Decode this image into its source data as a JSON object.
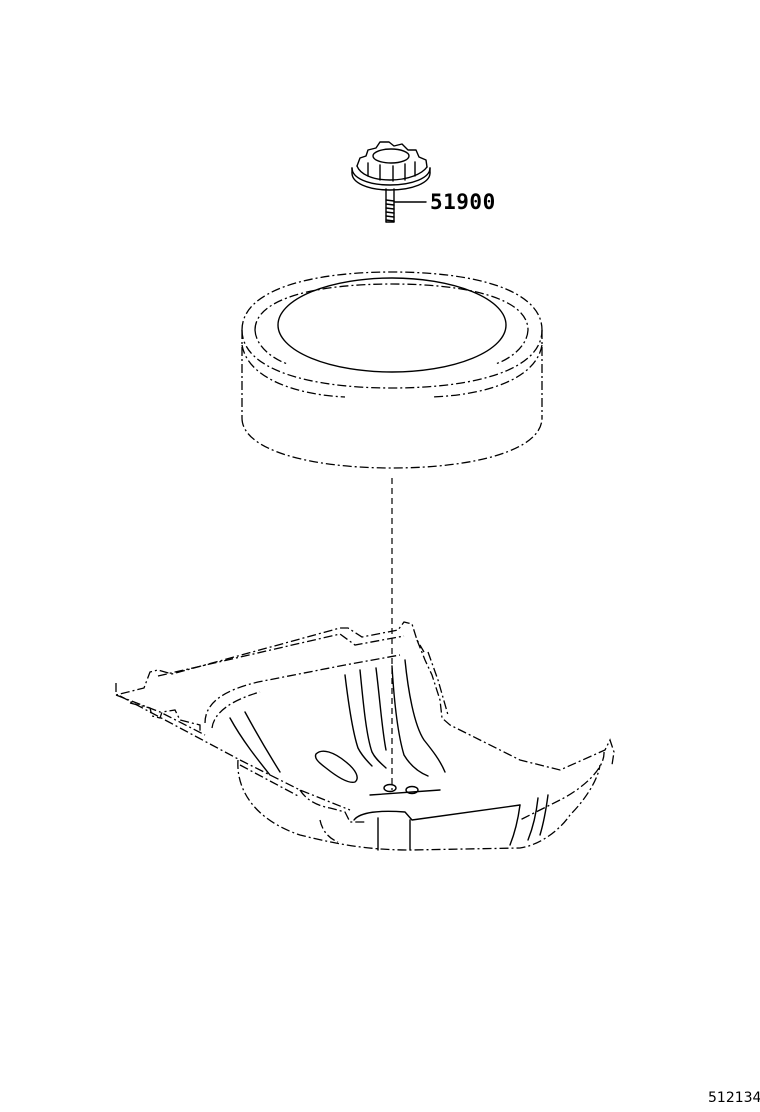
{
  "diagram": {
    "type": "exploded parts illustration",
    "style": "black line art on white",
    "background_color": "#ffffff",
    "line_color": "#000000",
    "figure_number": "512134",
    "parts": [
      {
        "id": "clamp-bolt",
        "name_hint": "spare wheel clamp bolt (star knob with threaded shaft)",
        "callout": "51900",
        "has_leader_line": true
      },
      {
        "id": "spare-tire",
        "name_hint": "spare tire (phantom outline)",
        "callout": null,
        "has_leader_line": false
      },
      {
        "id": "spare-tire-well-pan",
        "name_hint": "rear floor pan / spare tire well (phantom outline)",
        "callout": null,
        "has_leader_line": false
      }
    ],
    "center_line": "dashed vertical alignment line from tire to well mounting hole"
  },
  "labels": {
    "part_51900": "51900",
    "figure_id": "512134"
  }
}
